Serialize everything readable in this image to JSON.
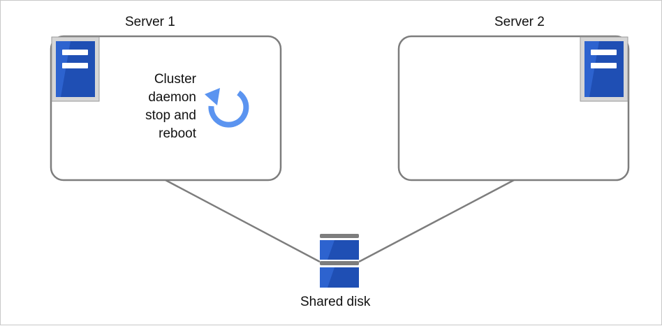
{
  "servers": [
    {
      "title": "Server 1"
    },
    {
      "title": "Server 2"
    }
  ],
  "action": {
    "lines": [
      "Cluster",
      "daemon",
      "stop and",
      "reboot"
    ]
  },
  "shared_disk": {
    "label": "Shared disk"
  },
  "colors": {
    "server_blue": "#1f4fb4",
    "server_blue_dark": "#163c93",
    "server_highlight": "#2d63cf",
    "reboot_arrow": "#5b94f0",
    "frame_border": "#7d7d7d",
    "link_line": "#7d7d7d",
    "icon_backplate": "#d6d6d6"
  },
  "icons": {
    "server": "server-icon",
    "reboot": "reboot-icon",
    "disk": "shared-disk-icon"
  }
}
